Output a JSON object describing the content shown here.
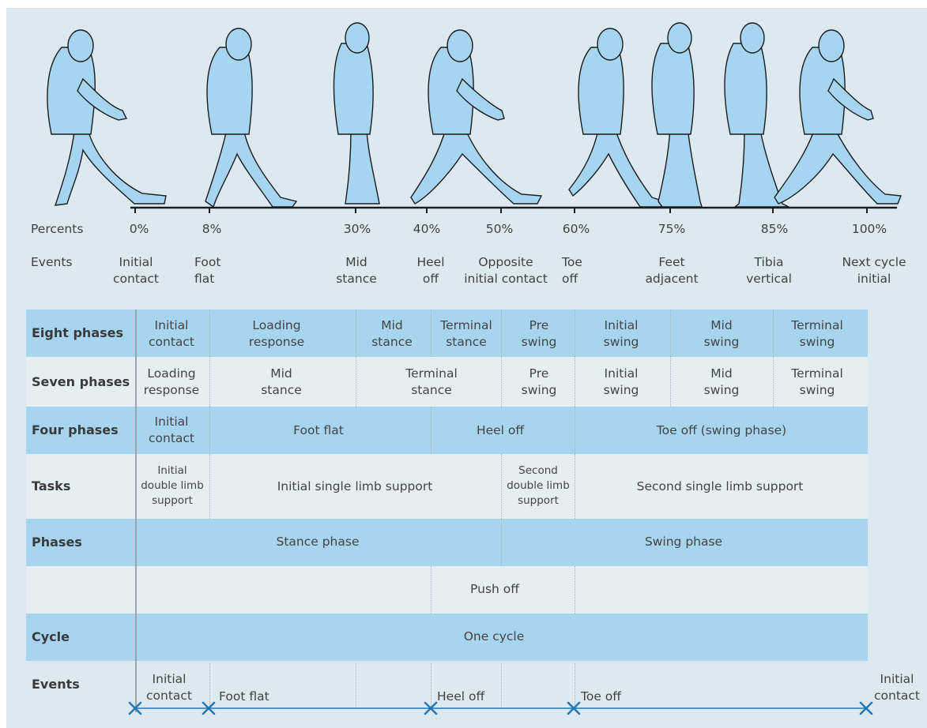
{
  "percents_label": "Percents",
  "events_label": "Events",
  "percents": [
    "0%",
    "8%",
    "30%",
    "40%",
    "50%",
    "60%",
    "75%",
    "85%",
    "100%"
  ],
  "events_top": [
    "Initial\ncontact",
    "Foot\nflat",
    "Mid\nstance",
    "Heel\noff",
    "Opposite\ninitial contact",
    "Toe\noff",
    "Feet\nadjacent",
    "Tibia\nvertical",
    "Next cycle\ninitial"
  ],
  "rows": {
    "eight": {
      "label": "Eight phases",
      "cells": [
        "Initial\ncontact",
        "Loading\nresponse",
        "Mid\nstance",
        "Terminal\nstance",
        "Pre\nswing",
        "Initial\nswing",
        "Mid\nswing",
        "Terminal\nswing"
      ]
    },
    "seven": {
      "label": "Seven phases",
      "cells": [
        "Loading\nresponse",
        "Mid\nstance",
        "Terminal\nstance",
        "Pre\nswing",
        "Initial\nswing",
        "Mid\nswing",
        "Terminal\nswing"
      ]
    },
    "four": {
      "label": "Four phases",
      "cells": [
        "Initial\ncontact",
        "Foot flat",
        "Heel off",
        "Toe off (swing phase)"
      ]
    },
    "tasks": {
      "label": "Tasks",
      "cells": [
        "Initial\ndouble limb\nsupport",
        "Initial single limb support",
        "Second\ndouble limb\nsupport",
        "Second single limb support"
      ]
    },
    "phases": {
      "label": "Phases",
      "cells": [
        "Stance phase",
        "Swing phase"
      ]
    },
    "pushoff": {
      "label": "",
      "cells": [
        "Push off"
      ]
    },
    "cycle": {
      "label": "Cycle",
      "cells": [
        "One cycle"
      ]
    },
    "events": {
      "label": "Events",
      "cells": [
        "Initial\ncontact",
        "Foot flat",
        "Heel off",
        "Toe off",
        "Initial\ncontact"
      ]
    }
  },
  "colors": {
    "background": "#dce9f0",
    "band_dark": "#a7d4ee",
    "band_light": "#e5eef3",
    "figure_fill": "#a5d5f0",
    "timeline": "#2479b6"
  }
}
